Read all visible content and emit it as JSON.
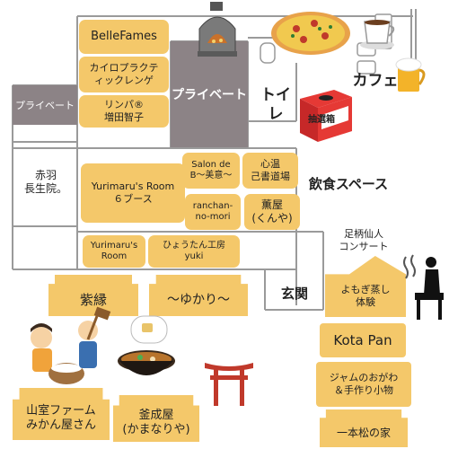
{
  "map": {
    "rooms": {
      "private_left": "プライベート",
      "private_center": "プライベート",
      "toilet": "トイレ",
      "cafe": "カフェ",
      "dining": "飲食スペース",
      "lottery": "抽選箱",
      "concert": "足柄仙人\nコンサート",
      "entrance": "玄関"
    },
    "booths": {
      "bellefames": "BelleFames",
      "chiropractic": "カイロプラクテ\nィックレンゲ",
      "lymph": "リンパ®\n増田智子",
      "akabane": "赤羽\n長生院。",
      "yurimaru_room": "Yurimaru's Room\n６ブース",
      "salon_de_b": "Salon de\nB〜美意〜",
      "shinon": "心温\n己書道場",
      "ranchan": "ranchan-\nno-mori",
      "kunya": "薫屋\n(くんや)",
      "yurimaru_small": "Yurimaru's\nRoom",
      "hyoutan": "ひょうたん工房\nyuki"
    },
    "outdoor": {
      "shiyukari": "紫縁",
      "yukari": "〜ゆかり〜",
      "yomogi": "よもぎ蒸し\n体験",
      "kota_pan": "Kota Pan",
      "jam": "ジャムのおがわ\n＆手作り小物",
      "ippon": "一本松の家",
      "yamamuro": "山室ファーム\nみかん屋さん",
      "kamanari": "釜成屋\n(かまなりや)"
    }
  },
  "colors": {
    "label_fill": "#f4c86a",
    "private_fill": "#8c8386",
    "wall": "#8d8d8d",
    "torii": "#c0392b"
  },
  "icons": [
    "pizza-oven-icon",
    "pizza-icon",
    "coffee-cup-icon",
    "beer-mug-icon",
    "lottery-box-icon",
    "sauna-person-icon",
    "mochi-pounding-icon",
    "miso-soup-icon",
    "torii-gate-icon"
  ]
}
